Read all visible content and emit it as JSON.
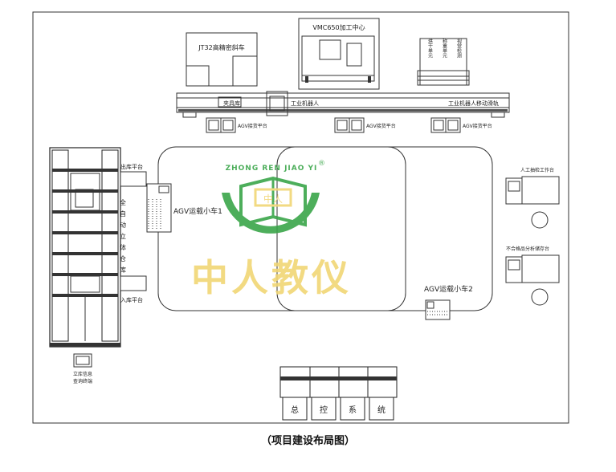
{
  "caption": "（项目建设布局图）",
  "machines": {
    "jt32_label": "JT32高精密斜车",
    "vmc650_label": "VMC650加工中心",
    "measure_vertical_labels": [
      "烘干单元",
      "称重单元",
      "视觉检测"
    ]
  },
  "rail": {
    "fixture_library": "夹具库",
    "industrial_robot": "工业机器人",
    "robot_track": "工业机器人移动滑轨",
    "agv_platform_labels": [
      "AGV接货平台",
      "AGV接货平台",
      "AGV接货平台"
    ]
  },
  "warehouse": {
    "out_platform": "出库平台",
    "in_platform": "入库平台",
    "vertical_label": "全自动立体仓库",
    "terminal_label_1": "立库信息",
    "terminal_label_2": "查询终端"
  },
  "agv": {
    "car1": "AGV运载小车1",
    "car2": "AGV运载小车2"
  },
  "stations": {
    "manual_inspection": "人工抽检工作台",
    "reject_storage": "不合格品分析储存台"
  },
  "control": {
    "characters": [
      "总",
      "控",
      "系",
      "统"
    ]
  },
  "watermark": {
    "pinyin": "ZHONG REN JIAO YI",
    "chinese": "中人教仪",
    "registered": "®",
    "book_char": "中人"
  },
  "colors": {
    "line": "#333333",
    "dark": "#222222",
    "watermark_green": "#3aa64a",
    "watermark_yellow": "#f1d675"
  }
}
